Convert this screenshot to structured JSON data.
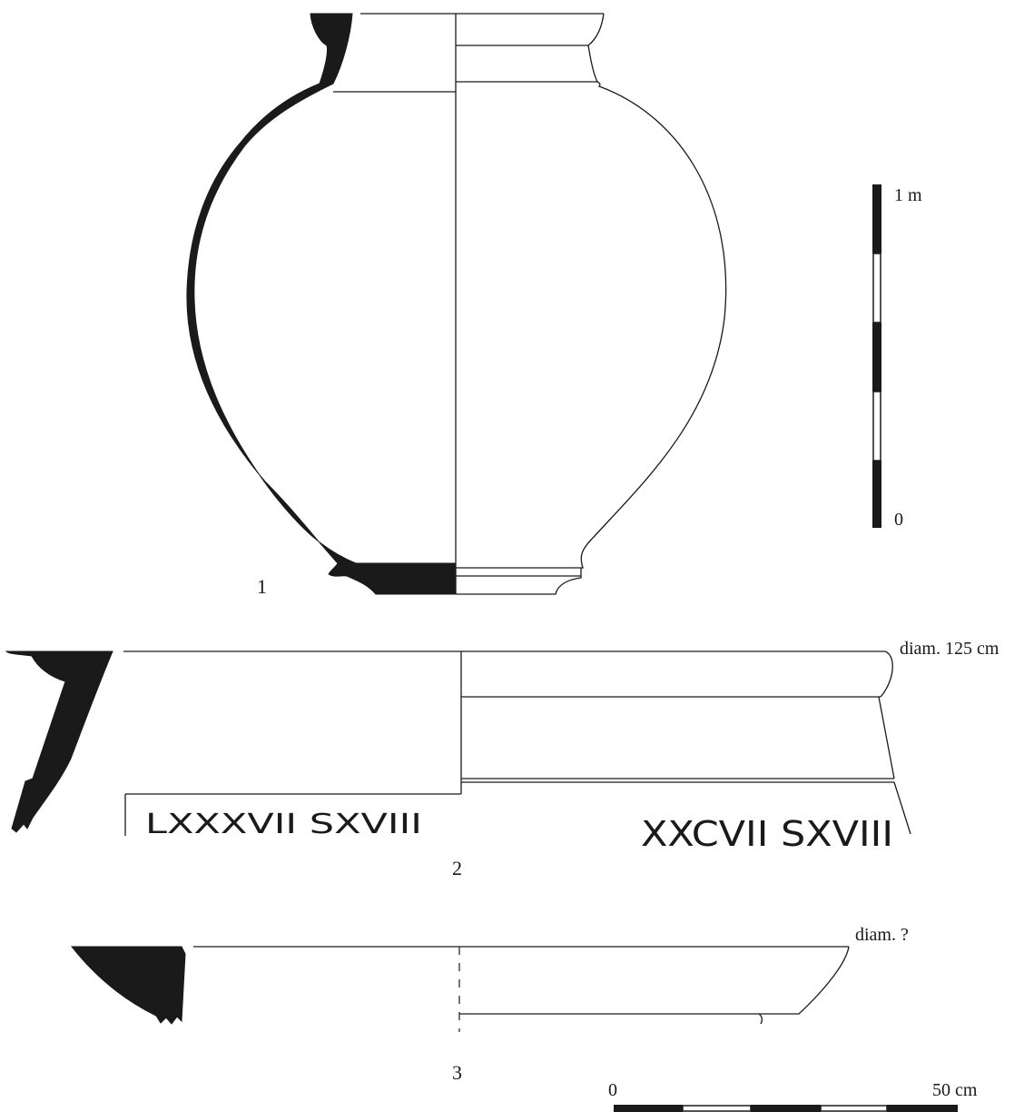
{
  "figures": [
    {
      "number": "1",
      "diameter_label": ""
    },
    {
      "number": "2",
      "diameter_label": "diam. 125 cm",
      "inscriptions": [
        "LXXXVII SXVIII",
        "XXCVII SXVIII"
      ]
    },
    {
      "number": "3",
      "diameter_label": "diam. ?"
    }
  ],
  "scales": {
    "vertical": {
      "top_label": "1 m",
      "bottom_label": "0",
      "segments": 5
    },
    "horizontal": {
      "left_label": "0",
      "right_label": "50 cm",
      "segments": 5
    }
  },
  "colors": {
    "ink": "#1a1a1a",
    "paper": "#ffffff"
  }
}
